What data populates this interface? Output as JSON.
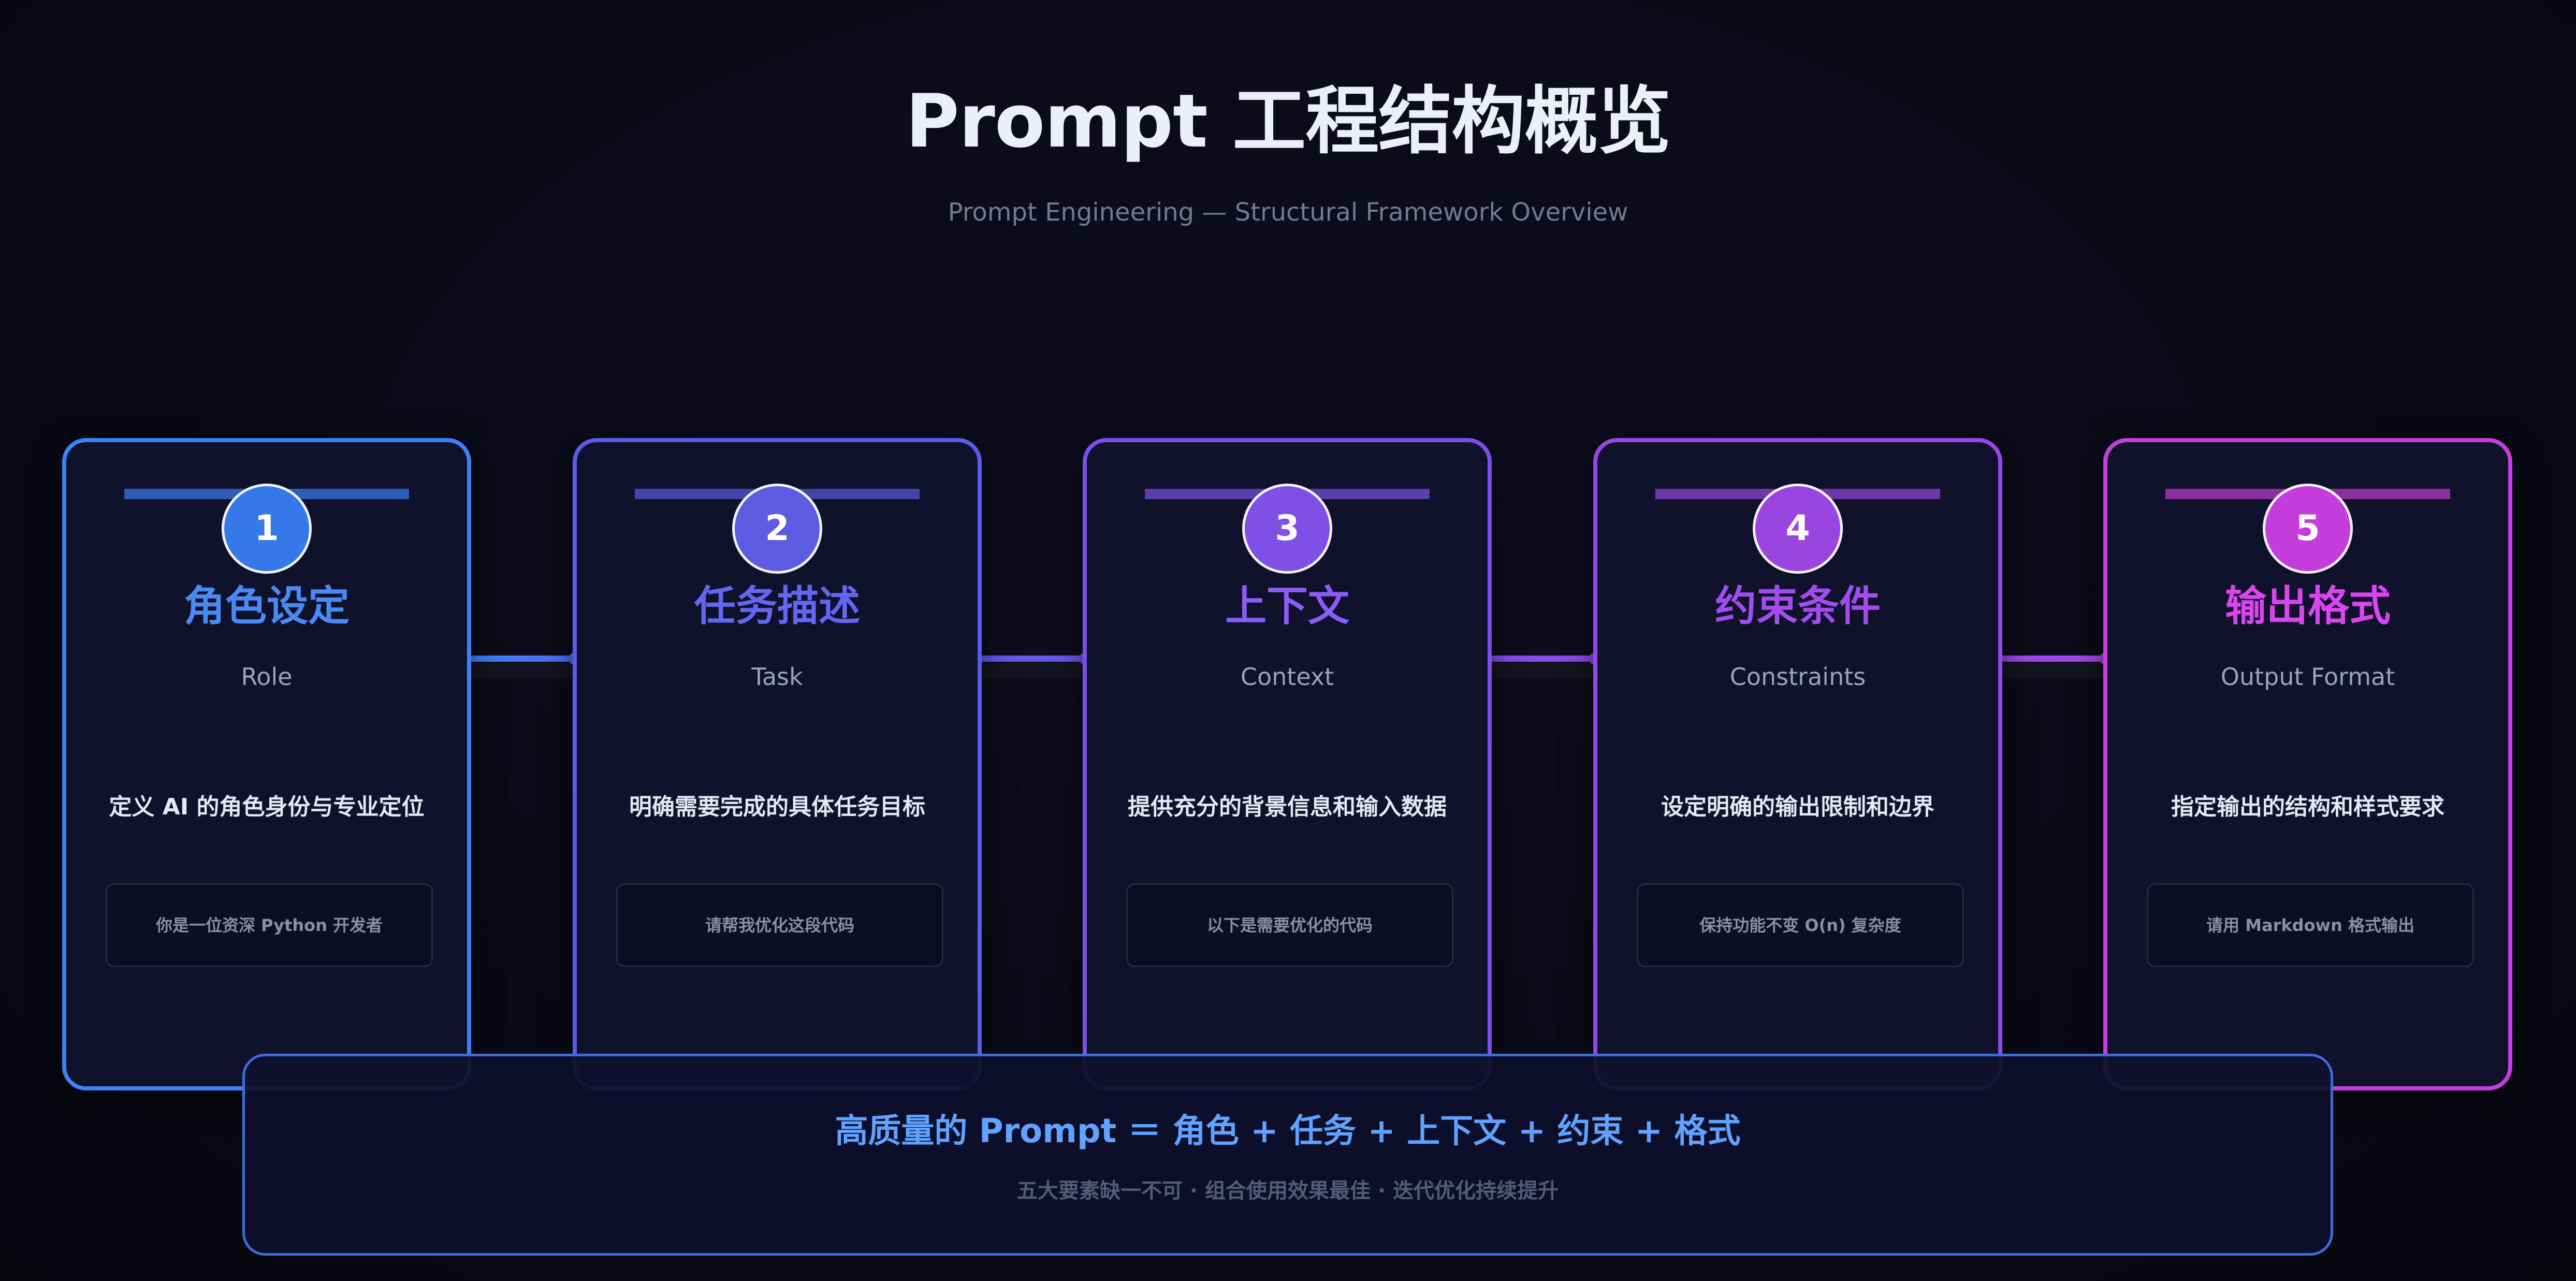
{
  "header": {
    "title": "Prompt 工程结构概览",
    "subtitle": "Prompt Engineering — Structural Framework Overview"
  },
  "cards": [
    {
      "number": "1",
      "title": "角色设定",
      "subtitle": "Role",
      "description": "定义 AI 的角色身份与专业定位",
      "example": "你是一位资深 Python 开发者",
      "color": "#3b82f6",
      "title_color": "#4a8af5",
      "circle_color": "#3579e8"
    },
    {
      "number": "2",
      "title": "任务描述",
      "subtitle": "Task",
      "description": "明确需要完成的具体任务目标",
      "example": "请帮我优化这段代码",
      "color": "#5b5ce6",
      "title_color": "#6366f1",
      "circle_color": "#5b5cdf"
    },
    {
      "number": "3",
      "title": "上下文",
      "subtitle": "Context",
      "description": "提供充分的背景信息和输入数据",
      "example": "以下是需要优化的代码",
      "color": "#7c4ee8",
      "title_color": "#8b5cf6",
      "circle_color": "#7f4fe6"
    },
    {
      "number": "4",
      "title": "约束条件",
      "subtitle": "Constraints",
      "description": "设定明确的输出限制和边界",
      "example": "保持功能不变 O(n) 复杂度",
      "color": "#9747e8",
      "title_color": "#a24cf0",
      "circle_color": "#9a45e0"
    },
    {
      "number": "5",
      "title": "输出格式",
      "subtitle": "Output Format",
      "description": "指定输出的结构和样式要求",
      "example": "请用 Markdown 格式输出",
      "color": "#c63de0",
      "title_color": "#d946ef",
      "circle_color": "#c53cdd"
    }
  ],
  "summary": {
    "formula": "高质量的 Prompt ＝ 角色 + 任务 + 上下文 + 约束 + 格式",
    "note": "五大要素缺一不可 · 组合使用效果最佳 · 迭代优化持续提升"
  }
}
